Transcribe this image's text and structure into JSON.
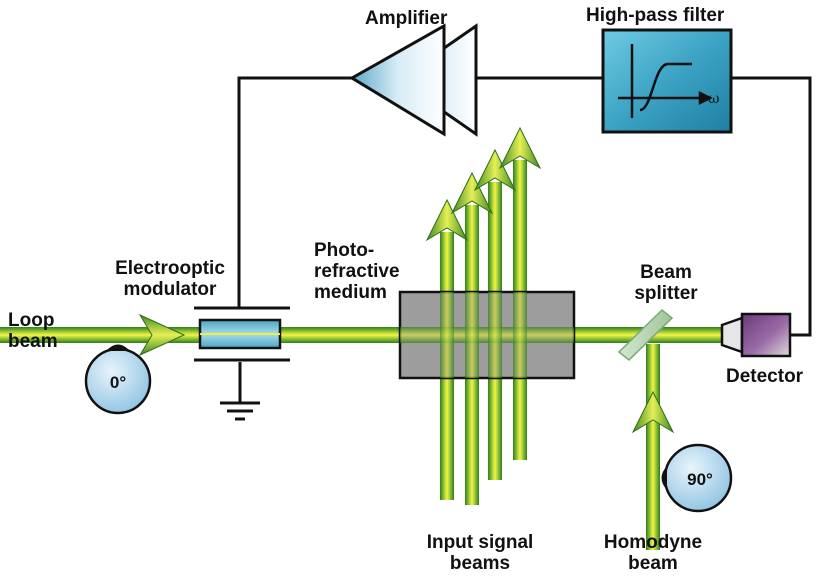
{
  "labels": {
    "amplifier": "Amplifier",
    "high_pass_filter": "High-pass filter",
    "omega_symbol": "ω",
    "electrooptic_line1": "Electrooptic",
    "electrooptic_line2": "modulator",
    "photorefractive_line1": "Photo-",
    "photorefractive_line2": "refractive",
    "photorefractive_line3": "medium",
    "beam_splitter_line1": "Beam",
    "beam_splitter_line2": "splitter",
    "loop_beam_line1": "Loop",
    "loop_beam_line2": "beam",
    "detector": "Detector",
    "input_signal_line1": "Input signal",
    "input_signal_line2": "beams",
    "homodyne_line1": "Homodyne",
    "homodyne_line2": "beam",
    "phase_loop": "0°",
    "phase_homodyne": "90°"
  },
  "colors": {
    "beam_core": "#f2ef3a",
    "beam_edge": "#3e8f22",
    "arrow_fill": "#c9e64a",
    "medium": "#8c8c8c",
    "filter_box": "#3fa5c5",
    "amplifier": "#d7ecf4",
    "detector": "#7b4a86",
    "dial": "#b7d9ee",
    "wire": "#111111"
  },
  "icons": {
    "amplifier": "amplifier-triangle-icon",
    "filter_curve": "high-pass-curve-icon",
    "ground": "ground-symbol-icon",
    "detector": "detector-icon",
    "phase_dial": "phase-dial-icon"
  }
}
